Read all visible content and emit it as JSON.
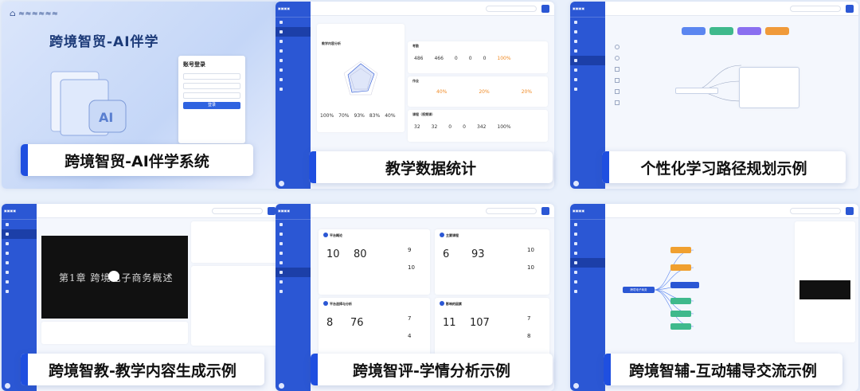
{
  "colors": {
    "brand": "#2b57d4",
    "accent": "#1f4fe0",
    "orange": "#f08a24",
    "panel_bg": "#f4f7fd"
  },
  "captions": [
    "跨境智贸-AI伴学系统",
    "教学数据统计",
    "个性化学习路径规划示例",
    "跨境智教-教学内容生成示例",
    "跨境智评-学情分析示例",
    "跨境智辅-互动辅导交流示例"
  ],
  "login": {
    "title": "跨境智贸-AI伴学",
    "card_title": "账号登录",
    "button": "登录",
    "logo_icon": "university-logo-icon"
  },
  "stats": {
    "radar_title": "教学内容分析",
    "percents": [
      "100%",
      "70%",
      "93%",
      "83%",
      "40%"
    ],
    "kpi_a": [
      "486",
      "466",
      "0",
      "0",
      "0",
      "100%"
    ],
    "kpi_b": [
      "40%",
      "20%",
      "20%"
    ],
    "kpi_c": [
      "32",
      "32",
      "0",
      "0",
      "342",
      "100%"
    ],
    "section_labels": [
      "考勤",
      "作业",
      "课程（视频课）"
    ]
  },
  "path": {
    "buttons": [
      "",
      "",
      "",
      ""
    ]
  },
  "video": {
    "chapter": "第1章  跨境电子商务概述"
  },
  "analysis": {
    "cards": [
      {
        "title": "平台概论",
        "n1": "10",
        "n2": "80",
        "s1": "9",
        "s2": "10"
      },
      {
        "title": "主要课程",
        "n1": "6",
        "n2": "93",
        "s1": "10",
        "s2": "10"
      },
      {
        "title": "平台选择与分析",
        "n1": "8",
        "n2": "76",
        "s1": "7",
        "s2": "4"
      },
      {
        "title": "影响的因素",
        "n1": "11",
        "n2": "107",
        "s1": "7",
        "s2": "8"
      }
    ]
  },
  "mindmap": {
    "root": "跨境电子商务"
  }
}
